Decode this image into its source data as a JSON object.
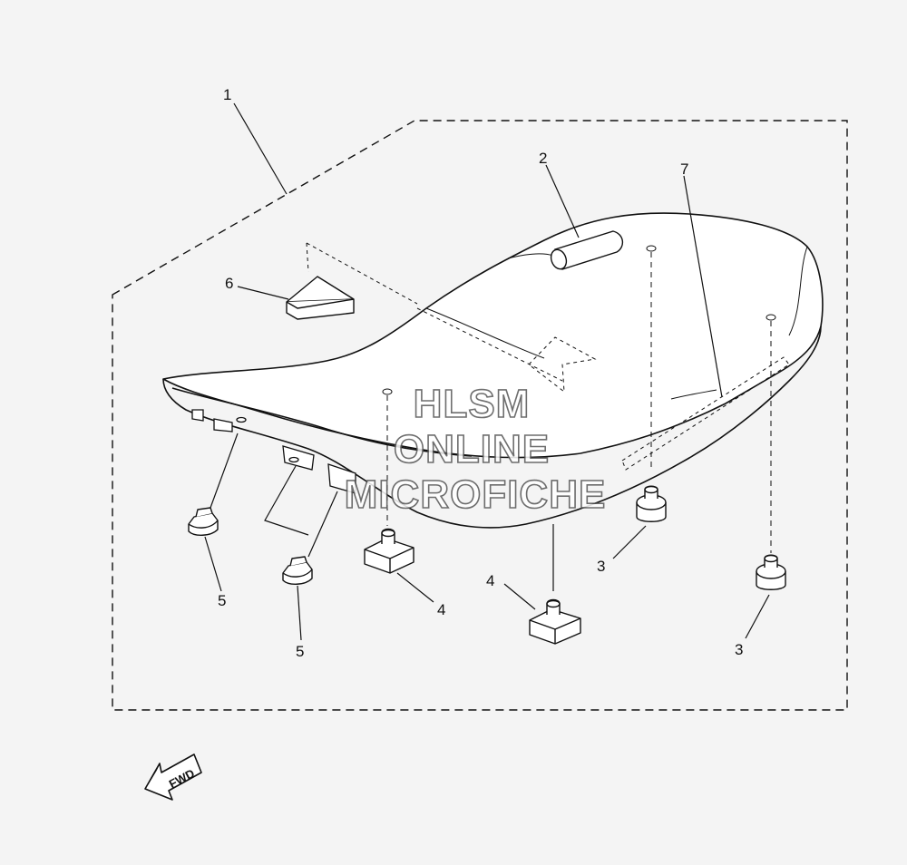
{
  "diagram": {
    "callouts": {
      "c1": "1",
      "c2": "2",
      "c3a": "3",
      "c3b": "3",
      "c4a": "4",
      "c4b": "4",
      "c5a": "5",
      "c5b": "5",
      "c6": "6",
      "c7": "7"
    },
    "direction_label": "FWD"
  },
  "watermark": {
    "line1": "HLSM",
    "line2": "ONLINE",
    "line3": "MICROFICHE"
  },
  "colors": {
    "background": "#f4f4f4",
    "line": "#111111"
  }
}
